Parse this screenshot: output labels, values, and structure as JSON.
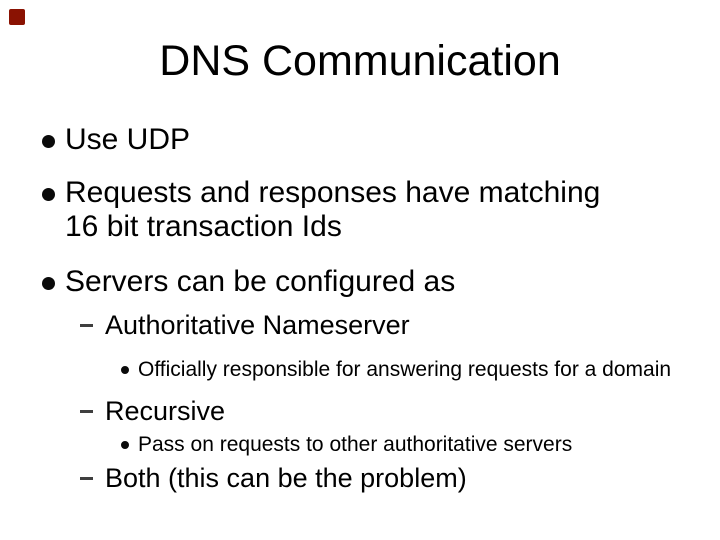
{
  "slide": {
    "title": "DNS Communication",
    "bullets": [
      {
        "level": 1,
        "text": "Use UDP"
      },
      {
        "level": 1,
        "text": "Requests and responses have matching 16 bit transaction Ids"
      },
      {
        "level": 1,
        "text": "Servers can be configured as"
      },
      {
        "level": 2,
        "text": "Authoritative Nameserver"
      },
      {
        "level": 3,
        "text": "Officially responsible for answering requests for a domain"
      },
      {
        "level": 2,
        "text": "Recursive"
      },
      {
        "level": 3,
        "text": "Pass on requests to other authoritative servers"
      },
      {
        "level": 2,
        "text": "Both (this can be the problem)"
      }
    ],
    "icons": {
      "level1_bullet": "filled-circle",
      "level2_bullet": "dash",
      "level3_bullet": "filled-circle-small"
    },
    "colors": {
      "background": "#ffffff",
      "text": "#000000",
      "bullet": "#0a0a0a",
      "dash": "#3f3f3f",
      "corner_accent": "#8a1202"
    }
  }
}
